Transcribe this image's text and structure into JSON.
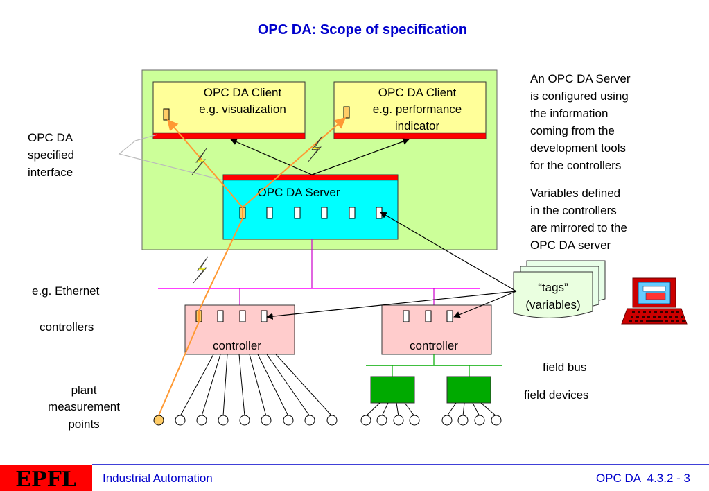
{
  "title": "OPC DA: Scope of specification",
  "client1": {
    "line1": "OPC DA Client",
    "line2": "e.g. visualization"
  },
  "client2": {
    "line1": "OPC DA Client",
    "line2": "e.g. performance",
    "line3": "indicator"
  },
  "server": {
    "label": "OPC DA Server"
  },
  "left_labels": {
    "interface": [
      "OPC DA",
      "specified",
      "interface"
    ],
    "ethernet": "e.g. Ethernet",
    "controllers": "controllers",
    "plant": [
      "plant",
      "measurement",
      "points"
    ]
  },
  "controller_label": "controller",
  "tags": {
    "line1": "“tags”",
    "line2": "(variables)"
  },
  "right_text": {
    "para1": [
      "An OPC DA Server",
      "is configured using",
      "the information",
      "coming from the",
      "development tools",
      "for the controllers"
    ],
    "para2": [
      "Variables defined",
      "in the controllers",
      "are mirrored to the",
      "OPC DA server"
    ]
  },
  "field_bus": "field bus",
  "field_devices": "field devices",
  "footer": {
    "logo": "EPFL",
    "left": "Industrial Automation",
    "right": "OPC DA  4.3.2 - 3"
  },
  "colors": {
    "title": "#0000cc",
    "green_panel": "#ccff99",
    "client_box": "#ffff99",
    "server_box": "#00ffff",
    "interface_bar": "#ff0000",
    "controller_box": "#ffcccc",
    "ethernet_line": "#ff00ff",
    "field_bus_line": "#00aa00",
    "field_device": "#00aa00",
    "signal_path": "#ff9933",
    "footer_logo_bg": "#ff0000"
  }
}
